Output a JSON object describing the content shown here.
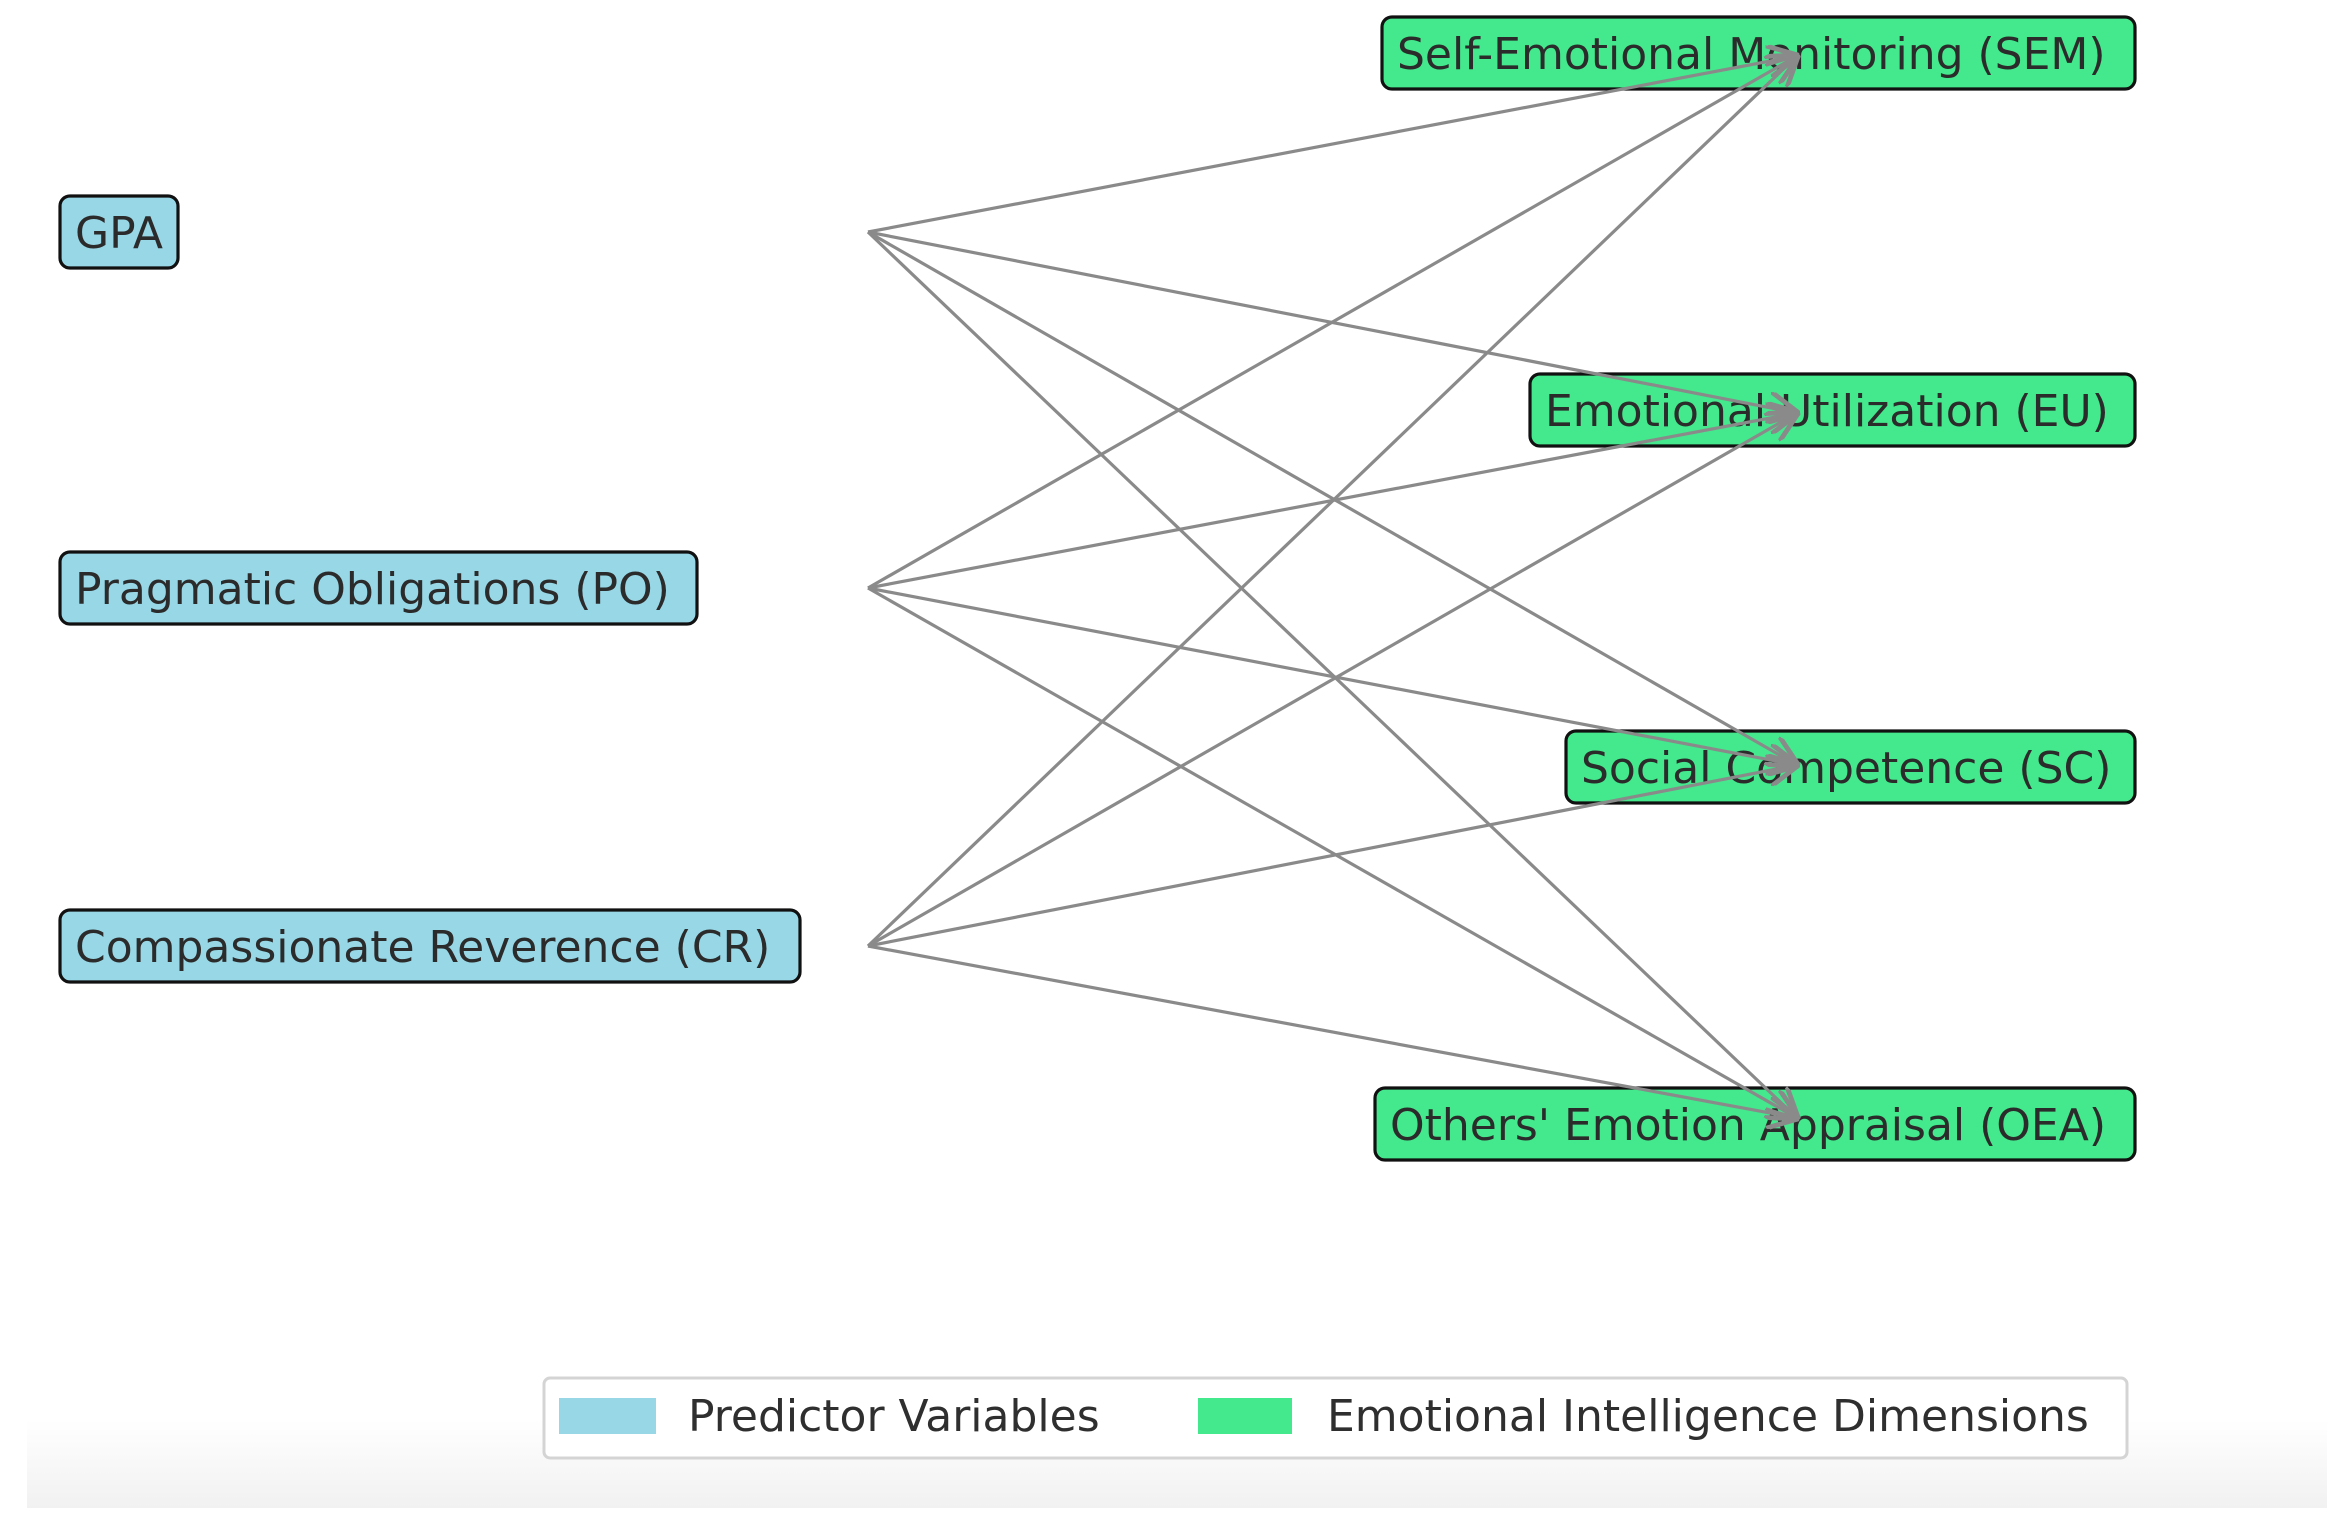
{
  "colors": {
    "predictor_fill": "#97d7e6",
    "outcome_fill": "#43e98c",
    "edge": "#8a8a8a",
    "border": "#111111",
    "text": "#2b2b2b"
  },
  "predictors": [
    {
      "id": "gpa",
      "label": "GPA"
    },
    {
      "id": "po",
      "label": "Pragmatic Obligations (PO)"
    },
    {
      "id": "cr",
      "label": "Compassionate Reverence (CR)"
    }
  ],
  "outcomes": [
    {
      "id": "sem",
      "label": "Self-Emotional Monitoring (SEM)"
    },
    {
      "id": "eu",
      "label": "Emotional Utilization (EU)"
    },
    {
      "id": "sc",
      "label": "Social Competence (SC)"
    },
    {
      "id": "oea",
      "label": "Others' Emotion Appraisal (OEA)"
    }
  ],
  "edges": [
    {
      "from": "gpa",
      "to": "sem"
    },
    {
      "from": "gpa",
      "to": "eu"
    },
    {
      "from": "gpa",
      "to": "sc"
    },
    {
      "from": "gpa",
      "to": "oea"
    },
    {
      "from": "po",
      "to": "sem"
    },
    {
      "from": "po",
      "to": "eu"
    },
    {
      "from": "po",
      "to": "sc"
    },
    {
      "from": "po",
      "to": "oea"
    },
    {
      "from": "cr",
      "to": "sem"
    },
    {
      "from": "cr",
      "to": "eu"
    },
    {
      "from": "cr",
      "to": "sc"
    },
    {
      "from": "cr",
      "to": "oea"
    }
  ],
  "legend": {
    "items": [
      {
        "label": "Predictor Variables",
        "color": "#97d7e6"
      },
      {
        "label": "Emotional Intelligence Dimensions",
        "color": "#43e98c"
      }
    ]
  }
}
